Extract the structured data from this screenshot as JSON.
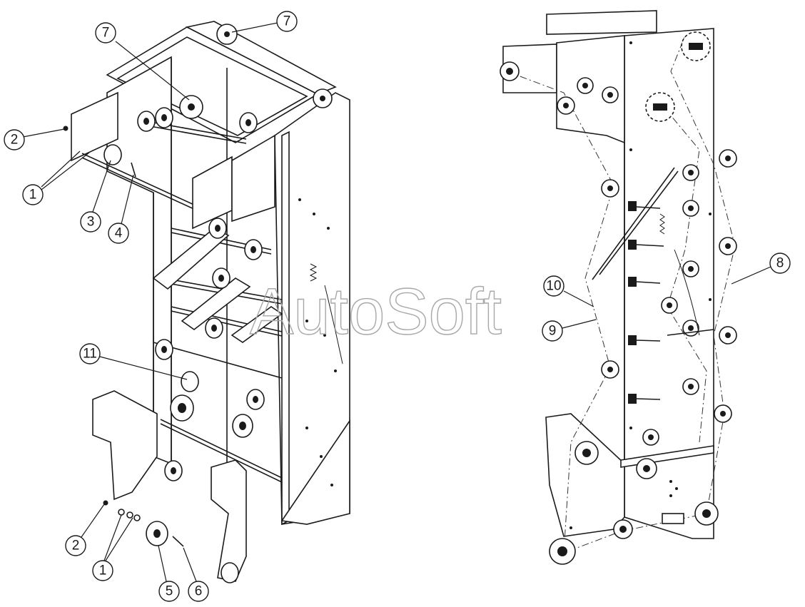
{
  "watermark": "AutoSoft",
  "callouts": {
    "c1a": "1",
    "c1b": "1",
    "c2a": "2",
    "c2b": "2",
    "c3": "3",
    "c4": "4",
    "c5": "5",
    "c6": "6",
    "c7a": "7",
    "c7b": "7",
    "c8": "8",
    "c9": "9",
    "c10": "10",
    "c11": "11"
  }
}
